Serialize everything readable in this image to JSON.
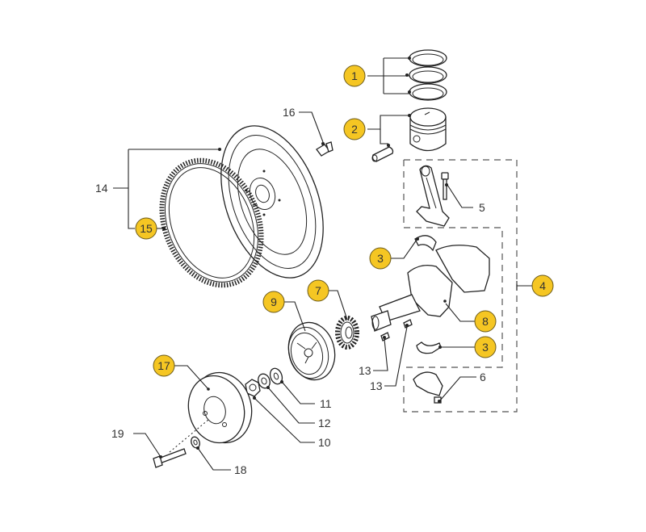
{
  "diagram": {
    "type": "exploded-parts-diagram",
    "subject": "crankshaft, piston and flywheel assembly",
    "badge_color": "#F5C623",
    "badge_border": "#6b5a1a",
    "highlighted_callouts": [
      "1",
      "2",
      "3",
      "3",
      "4",
      "7",
      "8",
      "9",
      "15",
      "17"
    ],
    "plain_callouts": [
      "5",
      "6",
      "10",
      "11",
      "12",
      "13",
      "13",
      "14",
      "16",
      "18",
      "19"
    ],
    "callouts": {
      "c1": "1",
      "c2": "2",
      "c3a": "3",
      "c3b": "3",
      "c4": "4",
      "c5": "5",
      "c6": "6",
      "c7": "7",
      "c8": "8",
      "c9": "9",
      "c10": "10",
      "c11": "11",
      "c12": "12",
      "c13a": "13",
      "c13b": "13",
      "c14": "14",
      "c15": "15",
      "c16": "16",
      "c17": "17",
      "c18": "18",
      "c19": "19"
    },
    "parts": {
      "c1": "piston-rings",
      "c2": "piston-and-pin",
      "c3a": "main-bearing-shell-upper",
      "c3b": "main-bearing-shell-lower",
      "c4": "crankshaft-kit",
      "c5": "connecting-rod-bolt",
      "c6": "main-bearing-cap",
      "c7": "crankshaft-gear",
      "c8": "crankshaft",
      "c9": "crankshaft-pulley",
      "c10": "nut",
      "c11": "washer",
      "c12": "lock-washer",
      "c13": "woodruff-key",
      "c14": "flywheel-assembly",
      "c15": "ring-gear",
      "c16": "flywheel-bolt",
      "c17": "pulley-hub",
      "c18": "spacer",
      "c19": "hub-bolt"
    }
  }
}
